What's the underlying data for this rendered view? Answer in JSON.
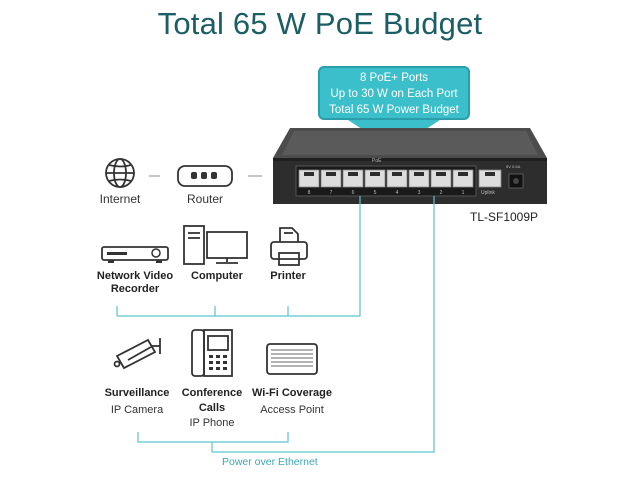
{
  "title": "Total 65 W PoE Budget",
  "callout": {
    "line1": "8 PoE+ Ports",
    "line2": "Up to 30 W on Each Port",
    "line3": "Total 65 W Power Budget"
  },
  "switch": {
    "model": "TL-SF1009P",
    "top_label": "PoE",
    "uplink_label": "Uplink",
    "power_label": "5V 0.6A",
    "port_numbers": [
      "8",
      "7",
      "6",
      "5",
      "4",
      "3",
      "2",
      "1"
    ]
  },
  "network": {
    "internet_label": "Internet",
    "router_label": "Router"
  },
  "devices_row1": [
    {
      "line1": "Network Video",
      "line2": "Recorder"
    },
    {
      "line1": "Computer",
      "line2": ""
    },
    {
      "line1": "Printer",
      "line2": ""
    }
  ],
  "devices_row2": [
    {
      "line1": "Surveillance",
      "line2": "IP Camera"
    },
    {
      "line1": "Conference",
      "line2": "Calls",
      "line3": "IP Phone"
    },
    {
      "line1": "Wi-Fi Coverage",
      "line2": "Access Point"
    }
  ],
  "poe_label": "Power over Ethernet",
  "colors": {
    "teal": "#3bbfcb",
    "title": "#1b5e66",
    "line": "#5bc3ce",
    "icon": "#333333"
  }
}
